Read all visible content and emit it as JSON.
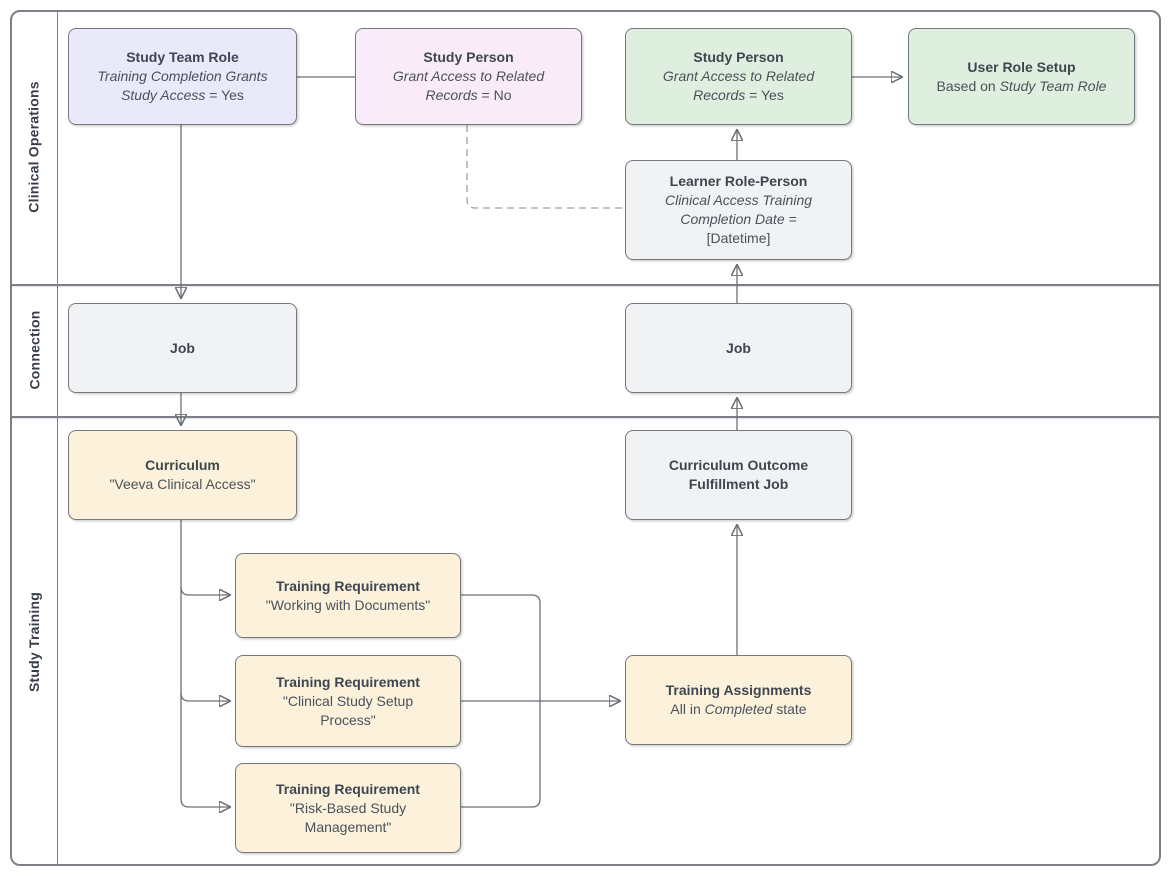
{
  "palette": {
    "lavender": "#E9E9F9",
    "pink": "#F9ECF8",
    "green": "#DFEFDF",
    "gray": "#F1F2F4",
    "amber": "#FCF2DC",
    "stroke": "#74787E",
    "connector": "#6B6F76",
    "arrowhead": "#3A3F45",
    "dashed": "#9AA0A6",
    "frame": "#7D8187",
    "title_text": "#3E4650",
    "body_text": "#4A515A"
  },
  "lanes": [
    {
      "label": "Clinical Operations"
    },
    {
      "label": "Connection"
    },
    {
      "label": "Study Training"
    }
  ],
  "nodes": {
    "study_team_role": {
      "title": "Study Team Role",
      "body": [
        [
          {
            "t": "Training Completion Grants",
            "i": true
          }
        ],
        [
          {
            "t": "Study Access",
            "i": true
          },
          {
            "t": " = Yes"
          }
        ]
      ]
    },
    "study_person_no": {
      "title": "Study Person",
      "body": [
        [
          {
            "t": "Grant Access to Related",
            "i": true
          }
        ],
        [
          {
            "t": "Records",
            "i": true
          },
          {
            "t": " = No"
          }
        ]
      ]
    },
    "study_person_yes": {
      "title": "Study Person",
      "body": [
        [
          {
            "t": "Grant Access to Related",
            "i": true
          }
        ],
        [
          {
            "t": "Records",
            "i": true
          },
          {
            "t": " = Yes"
          }
        ]
      ]
    },
    "user_role_setup": {
      "title": "User Role Setup",
      "body": [
        [
          {
            "t": "Based on "
          },
          {
            "t": "Study Team Role",
            "i": true
          }
        ]
      ]
    },
    "learner_role_person": {
      "title": "Learner Role-Person",
      "body": [
        [
          {
            "t": "Clinical Access Training",
            "i": true
          }
        ],
        [
          {
            "t": "Completion Date =",
            "i": true
          }
        ],
        [
          {
            "t": "[Datetime]"
          }
        ]
      ]
    },
    "job_left": {
      "title": "Job",
      "body": []
    },
    "job_right": {
      "title": "Job",
      "body": []
    },
    "curriculum": {
      "title": "Curriculum",
      "body": [
        [
          {
            "t": "\"Veeva Clinical Access\""
          }
        ]
      ]
    },
    "curriculum_outcome_fulfillment_job": {
      "title": "Curriculum Outcome\nFulfillment Job",
      "body": []
    },
    "training_requirement_1": {
      "title": "Training Requirement",
      "body": [
        [
          {
            "t": "\"Working with Documents\""
          }
        ]
      ]
    },
    "training_requirement_2": {
      "title": "Training Requirement",
      "body": [
        [
          {
            "t": "\"Clinical Study Setup"
          }
        ],
        [
          {
            "t": "Process\""
          }
        ]
      ]
    },
    "training_requirement_3": {
      "title": "Training Requirement",
      "body": [
        [
          {
            "t": "\"Risk-Based Study"
          }
        ],
        [
          {
            "t": "Management\""
          }
        ]
      ]
    },
    "training_assignments": {
      "title": "Training Assignments",
      "body": [
        [
          {
            "t": "All in "
          },
          {
            "t": "Completed",
            "i": true
          },
          {
            "t": " state"
          }
        ]
      ]
    }
  }
}
